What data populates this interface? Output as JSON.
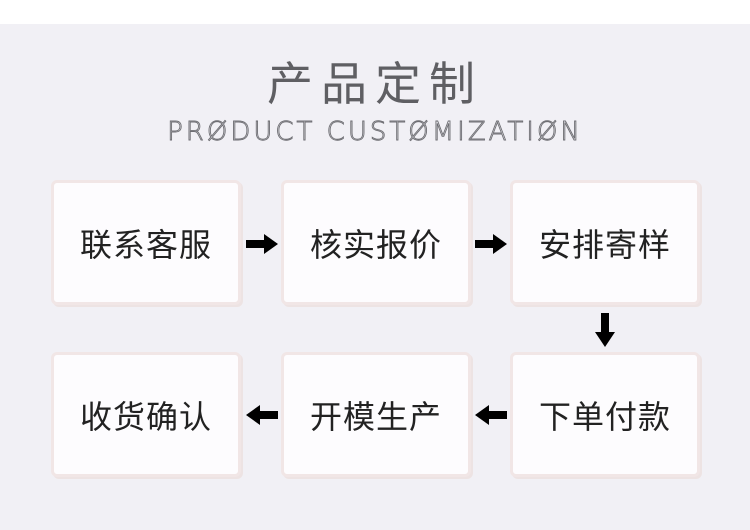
{
  "header": {
    "title": "产品定制",
    "subtitle": "PRØDUCT CUSTØMIZATIØN"
  },
  "steps": [
    {
      "label": "联系客服"
    },
    {
      "label": "核实报价"
    },
    {
      "label": "安排寄样"
    },
    {
      "label": "下单付款"
    },
    {
      "label": "开模生产"
    },
    {
      "label": "收货确认"
    }
  ],
  "colors": {
    "background": "#f1f0f5",
    "box_fill": "#fdfcfe",
    "box_border": "#f1e6e6",
    "text": "#222222",
    "title": "#5f5f63",
    "arrow": "#000000"
  }
}
